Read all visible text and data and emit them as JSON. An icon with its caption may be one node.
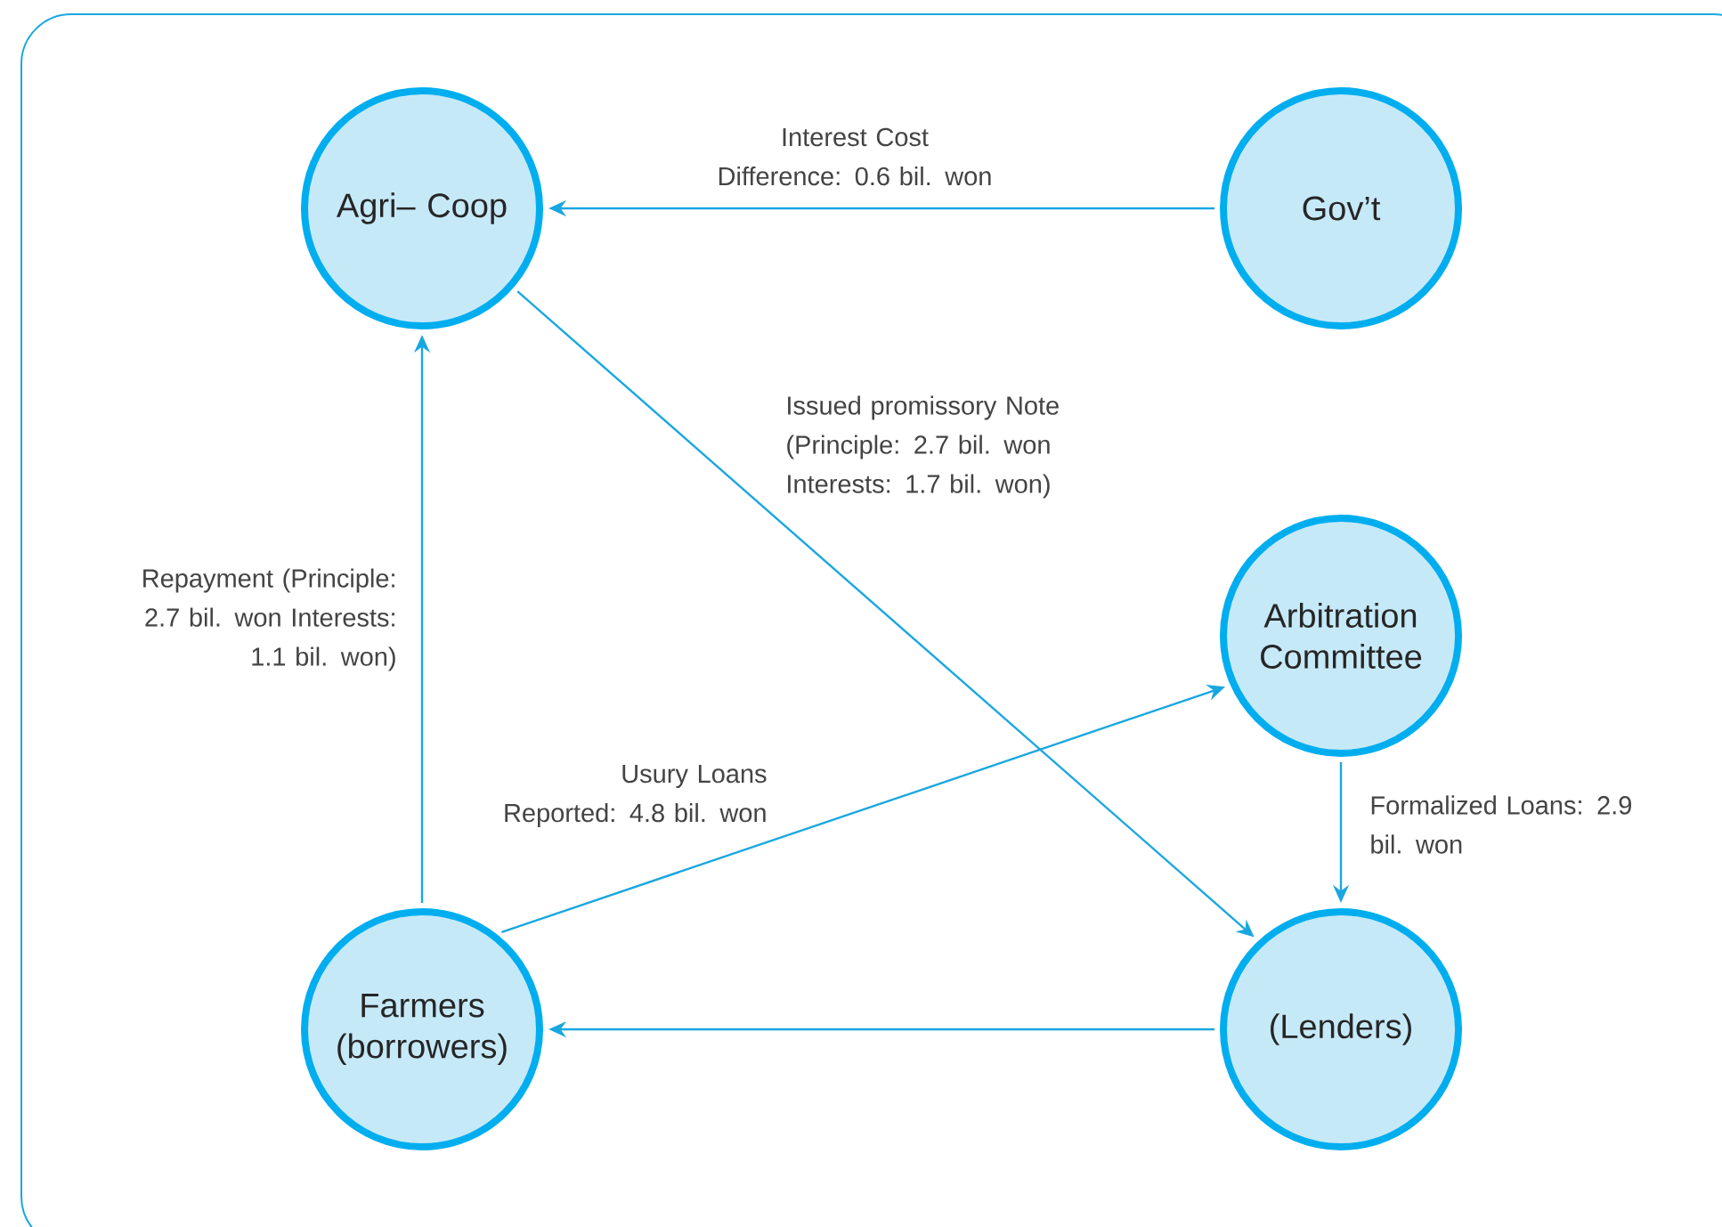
{
  "diagram": {
    "nodes": [
      {
        "text": [
          "Agri– Coop"
        ]
      },
      {
        "text": [
          "Gov’t"
        ]
      },
      {
        "text": [
          "Arbitration Committee"
        ]
      },
      {
        "text": [
          "Farmers (borrowers)"
        ]
      },
      {
        "text": [
          "(Lenders)"
        ]
      }
    ],
    "edges": [
      {
        "from": 1,
        "to": 0,
        "arrow": "to",
        "label": "Interest Cost Difference: 0.6 bil. won"
      },
      {
        "from": 0,
        "to": 4,
        "arrow": "to",
        "label": "Issued promissory Note (Principle: 2.7 bil. won Interests: 1.7 bil. won)"
      },
      {
        "from": 3,
        "to": 0,
        "arrow": "to",
        "label": "Repayment (Principle: 2.7 bil. won Interests: 1.1 bil. won)"
      },
      {
        "from": 3,
        "to": 2,
        "arrow": "to",
        "label": "Usury Loans Reported: 4.8 bil. won"
      },
      {
        "from": 2,
        "to": 4,
        "arrow": "to",
        "label": "Formalized Loans: 2.9 bil. won"
      },
      {
        "from": 4,
        "to": 3,
        "arrow": "to"
      }
    ]
  }
}
